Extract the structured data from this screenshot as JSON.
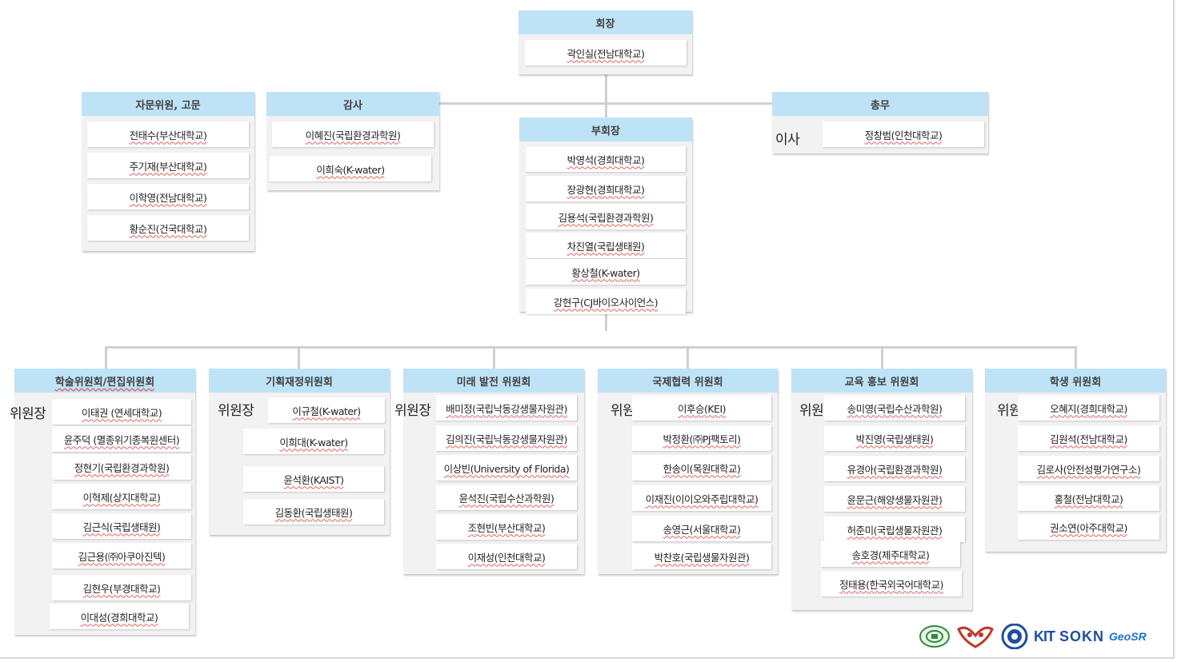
{
  "president": {
    "title": "회장",
    "members": [
      "곽인실(전남대학교)"
    ]
  },
  "advisors": {
    "title": "자문위원, 고문",
    "members": [
      "전태수(부산대학교)",
      "주기재(부산대학교)",
      "이학영(전남대학교)",
      "황순진(건국대학교)"
    ]
  },
  "auditor": {
    "title": "감사",
    "members": [
      "이혜진(국립환경과학원)",
      "이희숙(K-water)"
    ]
  },
  "general_affairs": {
    "title": "총무",
    "role_label": "이사",
    "members": [
      "정창범(인천대학교)"
    ]
  },
  "vice_president": {
    "title": "부회장",
    "members": [
      "박영석(경희대학교)",
      "장광현(경희대학교)",
      "김용석(국립환경과학원)",
      "차진열(국립생태원)",
      "황상철(K-water)",
      "강현구(CJ바이오사이언스)"
    ]
  },
  "committees": [
    {
      "title": "학술위원회/편집위원회",
      "chair_label": "위원장",
      "members": [
        "이태권 (연세대학교)",
        "윤주덕 (멸종위기종복원센터)",
        "정현기(국립환경과학원)",
        "이혁제(상지대학교)",
        "김근식(국립생태원)",
        "김근용(㈜아쿠아진텍)",
        "김현우(부경대학교)",
        "이대성(경희대학교)"
      ]
    },
    {
      "title": "기획재정위원회",
      "chair_label": "위원장",
      "members": [
        "이규철(K-water)",
        "이희대(K-water)",
        "윤석환(KAIST)",
        "김동환(국립생태원)"
      ]
    },
    {
      "title": "미래 발전 위원회",
      "chair_label": "위원장",
      "members": [
        "배미정(국립낙동강생물자원관)",
        "김의진(국립낙동강생물자원관)",
        "이상빈(University of Florida)",
        "윤석진(국립수산과학원)",
        "조현빈(부산대학교)",
        "이재성(인천대학교)"
      ]
    },
    {
      "title": "국제협력 위원회",
      "chair_label": "위원장",
      "members": [
        "이후승(KEI)",
        "박정환(㈜PJ팩토리)",
        "한송이(목원대학교)",
        "이재진(이이오와주립대학교)",
        "송영근(서울대학교)",
        "박찬호(국립생물자원관)"
      ]
    },
    {
      "title": "교육 홍보 위원회",
      "chair_label": "위원장",
      "members": [
        "송미영(국립수산과학원)",
        "박진영(국립생태원)",
        "유경아(국립환경과학원)",
        "윤문근(해양생물자원관)",
        "허준미(국립생물자원관)",
        "송호경(제주대학교)",
        "정태용(한국외국어대학교)"
      ]
    },
    {
      "title": "학생 위원회",
      "chair_label": "위원장",
      "members": [
        "오혜지(경희대학교)",
        "김원석(전남대학교)",
        "김로사(안전성평가연구소)",
        "홍철(전남대학교)",
        "권소연(아주대학교)"
      ]
    }
  ],
  "logos": {
    "items": [
      "emblem-logo",
      "ribbon-logo",
      "seal-logo",
      "kit-logo",
      "sokn-logo",
      "geosr-logo"
    ],
    "text": {
      "kit": "KIT",
      "sokn": "SOKN",
      "geosr": "GeoSR"
    },
    "colors": {
      "green": "#2e8b3d",
      "red": "#c0392b",
      "blue": "#1f4e9c",
      "geosr": "#1a73c9"
    }
  }
}
